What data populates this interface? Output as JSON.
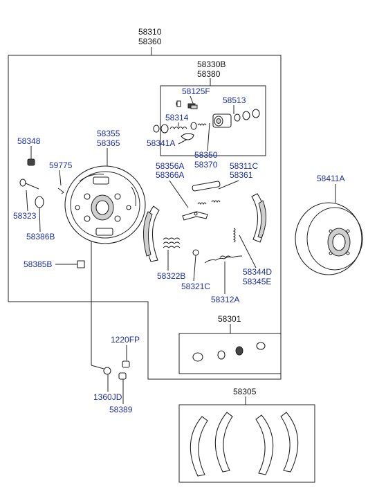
{
  "labels": {
    "l58310": "58310",
    "l58360": "58360",
    "l58330B": "58330B",
    "l58380": "58380",
    "l58125F": "58125F",
    "l58513": "58513",
    "l58314": "58314",
    "l58341A": "58341A",
    "l58350": "58350",
    "l58370": "58370",
    "l58348": "58348",
    "l59775": "59775",
    "l58355": "58355",
    "l58365": "58365",
    "l58356A": "58356A",
    "l58366A": "58366A",
    "l58311C": "58311C",
    "l58361": "58361",
    "l58411A": "58411A",
    "l58323": "58323",
    "l58386B": "58386B",
    "l58385B": "58385B",
    "l58322B": "58322B",
    "l58321C": "58321C",
    "l58344D": "58344D",
    "l58345E": "58345E",
    "l58312A": "58312A",
    "l58301": "58301",
    "l1220FP": "1220FP",
    "l1360JD": "1360JD",
    "l58389": "58389",
    "l58305": "58305"
  }
}
